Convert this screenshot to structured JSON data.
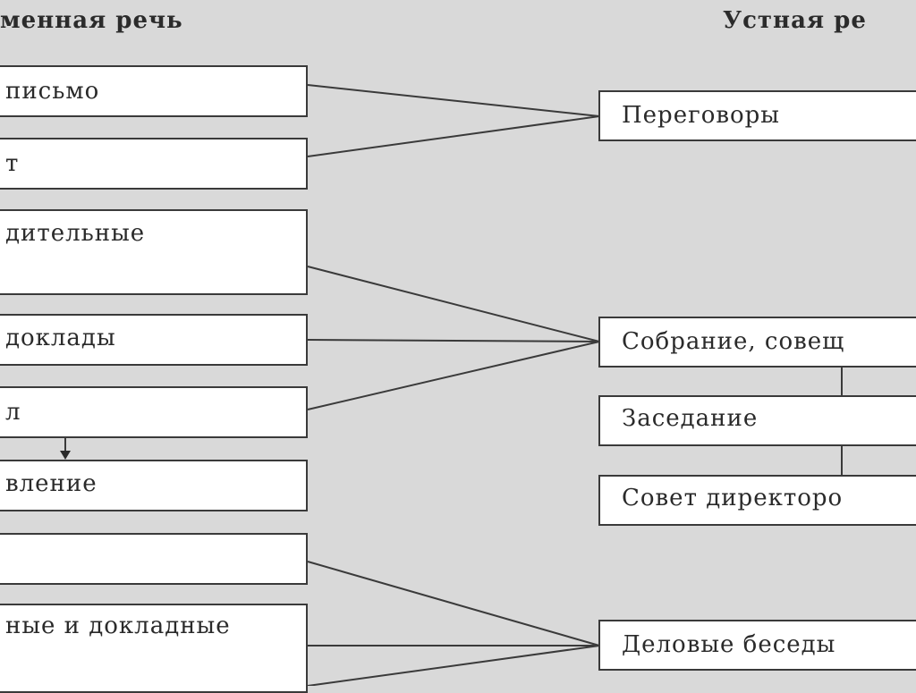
{
  "headings": {
    "left": "менная речь",
    "right": "Устная ре"
  },
  "left_boxes": [
    "письмо",
    "т",
    "дительные",
    "доклады",
    "л",
    "вление",
    "",
    "ные и докладные"
  ],
  "right_boxes": [
    "Переговоры",
    "Собрание, совещ",
    "Заседание",
    "Совет директоро",
    "Деловые беседы"
  ],
  "colors": {
    "background": "#d9d9d9",
    "box_fill": "#ffffff",
    "line": "#3a3a3a"
  }
}
